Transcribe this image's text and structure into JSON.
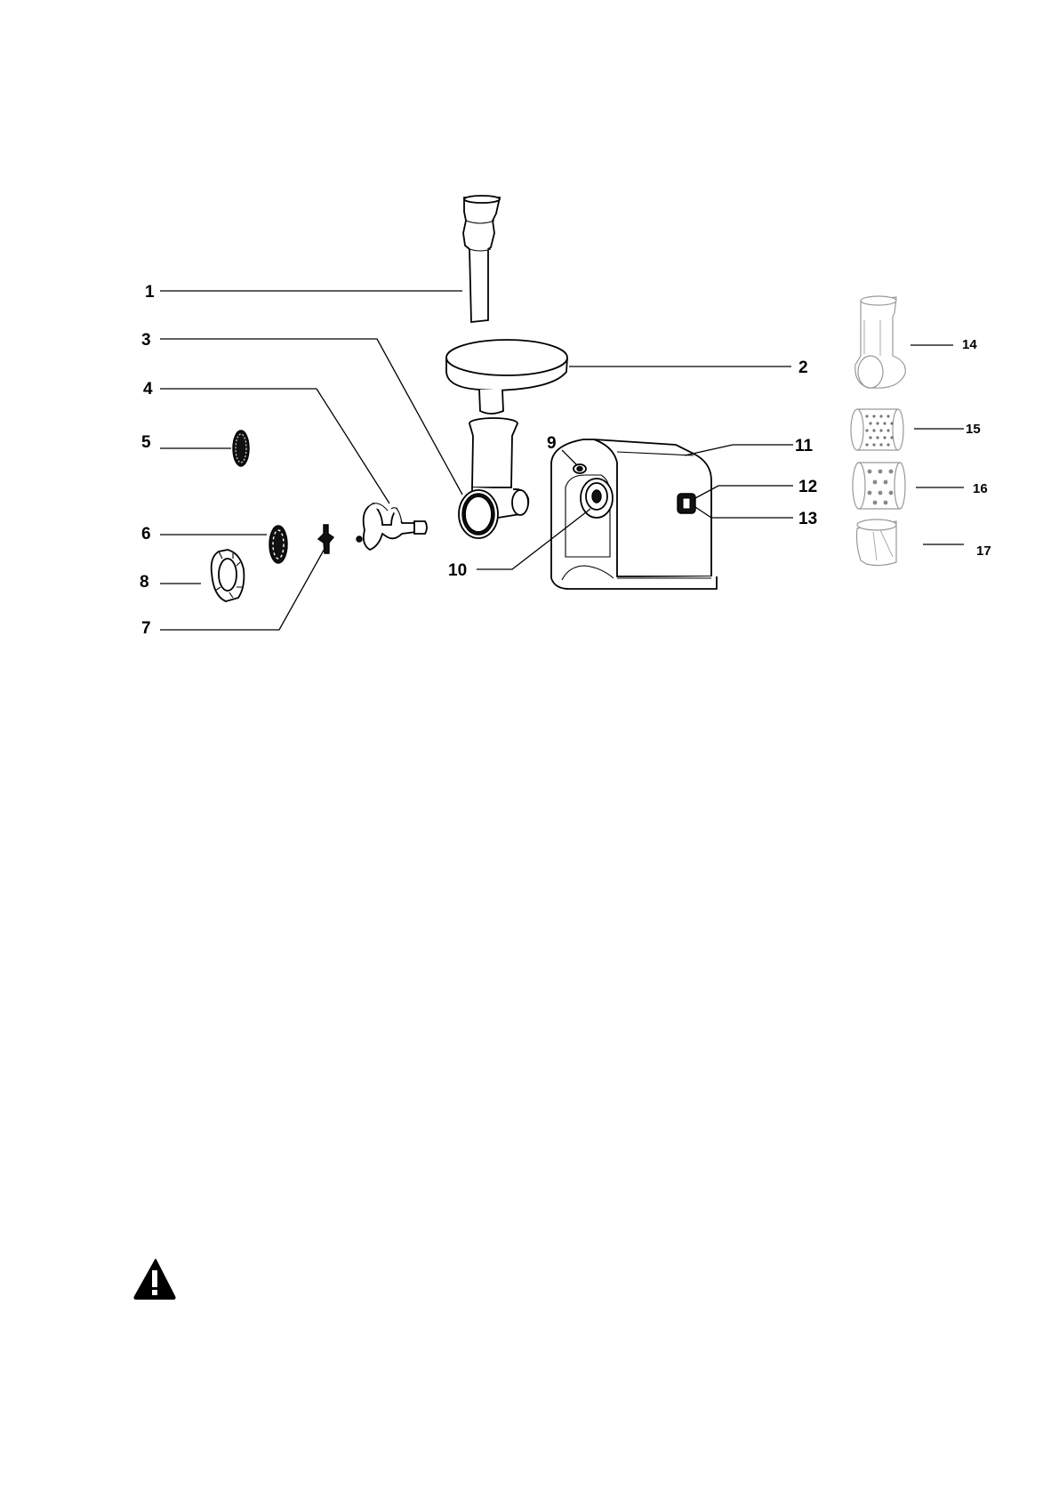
{
  "parts": [
    {
      "id": "1",
      "label": "1"
    },
    {
      "id": "2",
      "label": "2"
    },
    {
      "id": "3",
      "label": "3"
    },
    {
      "id": "4",
      "label": "4"
    },
    {
      "id": "5",
      "label": "5"
    },
    {
      "id": "6",
      "label": "6"
    },
    {
      "id": "7",
      "label": "7"
    },
    {
      "id": "8",
      "label": "8"
    },
    {
      "id": "9",
      "label": "9"
    },
    {
      "id": "10",
      "label": "10"
    },
    {
      "id": "11",
      "label": "11"
    },
    {
      "id": "12",
      "label": "12"
    },
    {
      "id": "13",
      "label": "13"
    },
    {
      "id": "14",
      "label": "14"
    },
    {
      "id": "15",
      "label": "15"
    },
    {
      "id": "16",
      "label": "16"
    },
    {
      "id": "17",
      "label": "17"
    }
  ],
  "warning_icon": {
    "name": "warning-triangle-icon",
    "color": "#000000"
  }
}
